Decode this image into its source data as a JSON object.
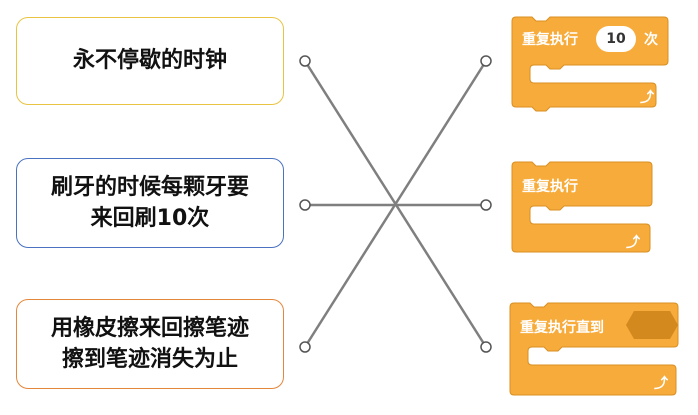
{
  "cards": [
    {
      "text": "永不停歇的时钟"
    },
    {
      "text": "刷牙的时候每颗牙要\n来回刷10次"
    },
    {
      "text": "用橡皮擦来回擦笔迹\n擦到笔迹消失为止"
    }
  ],
  "blocks": {
    "repeat_n": {
      "label": "重复执行",
      "count": "10",
      "suffix": "次"
    },
    "forever": {
      "label": "重复执行"
    },
    "repeat_until": {
      "label": "重复执行直到"
    }
  },
  "colors": {
    "block_fill": "#f7ab3a",
    "block_stroke": "#d98f22",
    "line": "#7f7f7f",
    "hexagon": "#d4891e"
  },
  "icons": {
    "loop_arrow": "loop-arrow-icon"
  }
}
